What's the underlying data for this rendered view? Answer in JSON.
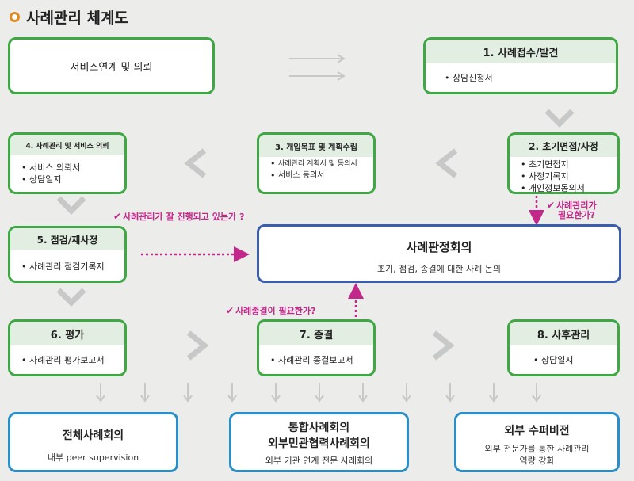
{
  "title": "사례관리 체계도",
  "colors": {
    "green": "#3fa844",
    "blue": "#2a8fc9",
    "navy": "#3b5db0",
    "magenta": "#c2278a",
    "gray_arrow": "#c7c8c8",
    "header_fill": "#e3eee2"
  },
  "nodes": {
    "service_link": {
      "label": "서비스연계 및 의뢰"
    },
    "intake": {
      "label": "1. 사례접수/발견",
      "items": [
        "상담신청서"
      ]
    },
    "assessment": {
      "label": "2. 초기면접/사정",
      "items": [
        "초기면접지",
        "사정기록지",
        "개인정보동의서"
      ]
    },
    "planning": {
      "label": "3. 개입목표 및 계획수립",
      "items": [
        "사례관리 계획서 및 동의서",
        "서비스 동의서"
      ]
    },
    "service_referral": {
      "label": "4. 사례관리 및 서비스 의뢰",
      "items": [
        "서비스 의뢰서",
        "상담일지"
      ]
    },
    "review": {
      "label": "5. 점검/재사정",
      "items": [
        "사례관리 점검기록지"
      ]
    },
    "judgment": {
      "label": "사례판정회의",
      "sub": "초기, 점검, 종결에 대한 사례 논의"
    },
    "evaluation": {
      "label": "6. 평가",
      "items": [
        "사례관리 평가보고서"
      ]
    },
    "closure": {
      "label": "7. 종결",
      "items": [
        "사례관리 종결보고서"
      ]
    },
    "followup": {
      "label": "8. 사후관리",
      "items": [
        "상담일지"
      ]
    },
    "all_meeting": {
      "label": "전체사례회의",
      "sub": "내부 peer supervision"
    },
    "integrated_meeting": {
      "label_1": "통합사례회의",
      "label_2": "외부민관협력사례회의",
      "sub": "외부 기관 연계 전문 사례회의"
    },
    "supervision": {
      "label": "외부 수퍼비전",
      "sub_1": "외부 전문가를 통한 사례관리",
      "sub_2": "역량 강화"
    }
  },
  "questions": {
    "is_needed_1": "사례관리가",
    "is_needed_2": "필요한가?",
    "in_progress": "사례관리가 잘 진행되고 있는가 ?",
    "closure_needed": "사례종결이 필요한가?"
  }
}
